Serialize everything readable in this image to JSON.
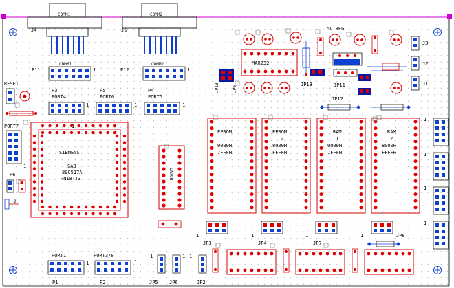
{
  "colors": {
    "outline": "#d40000",
    "pad": "#e00000",
    "pad_blue": "#1040d0",
    "pad_dark": "#0818a0",
    "frame": "#d000d0",
    "grid": "#b0b0b0",
    "text": "#000000"
  },
  "connectors": {
    "comm1_top": "COMM1",
    "comm2_top": "COMM2",
    "j4": "J4",
    "j5": "J5",
    "comm1": "COMM1",
    "comm2": "COMM2",
    "p11": "P11",
    "p12": "P12"
  },
  "ports": {
    "reset": "RESET",
    "p3": "P3",
    "port4": "PORT4",
    "p5": "P5",
    "port6": "PORT6",
    "p4": "P4",
    "port5": "PORT5",
    "port7": "PORT7",
    "p6": "P6",
    "port1": "PORT1",
    "port38": "PORT3/8",
    "p1": "P1",
    "p2": "P2"
  },
  "chips": {
    "max232": "MAX232",
    "cpu": [
      "SIEMENS",
      "SAB",
      "80C517A",
      "-N18-T3"
    ],
    "latch": "LATCH",
    "eprom1": [
      "EPROM",
      "1",
      "0000H",
      "7FFFH"
    ],
    "eprom2": [
      "EPROM",
      "2",
      "8000H",
      "FFFFH"
    ],
    "ram1": [
      "RAM",
      "1",
      "0000H",
      "7FFFH"
    ],
    "ram2": [
      "RAM",
      "2",
      "8000H",
      "FFFFH"
    ]
  },
  "jumpers": {
    "reg": "5V REG.",
    "j3": "J3",
    "j2": "J2",
    "j1": "J1",
    "jp13": "JP13",
    "jp11": "JP11",
    "jp12": "JP12",
    "jp10": "JP10",
    "jp9": "JP9",
    "jp3": "JP3",
    "jp4": "JP4",
    "jp7": "JP7",
    "jp8": "JP8",
    "jp5": "JP5",
    "jp6": "JP6",
    "jp2": "JP2"
  },
  "pins": {
    "one": "1",
    "two": "2"
  }
}
